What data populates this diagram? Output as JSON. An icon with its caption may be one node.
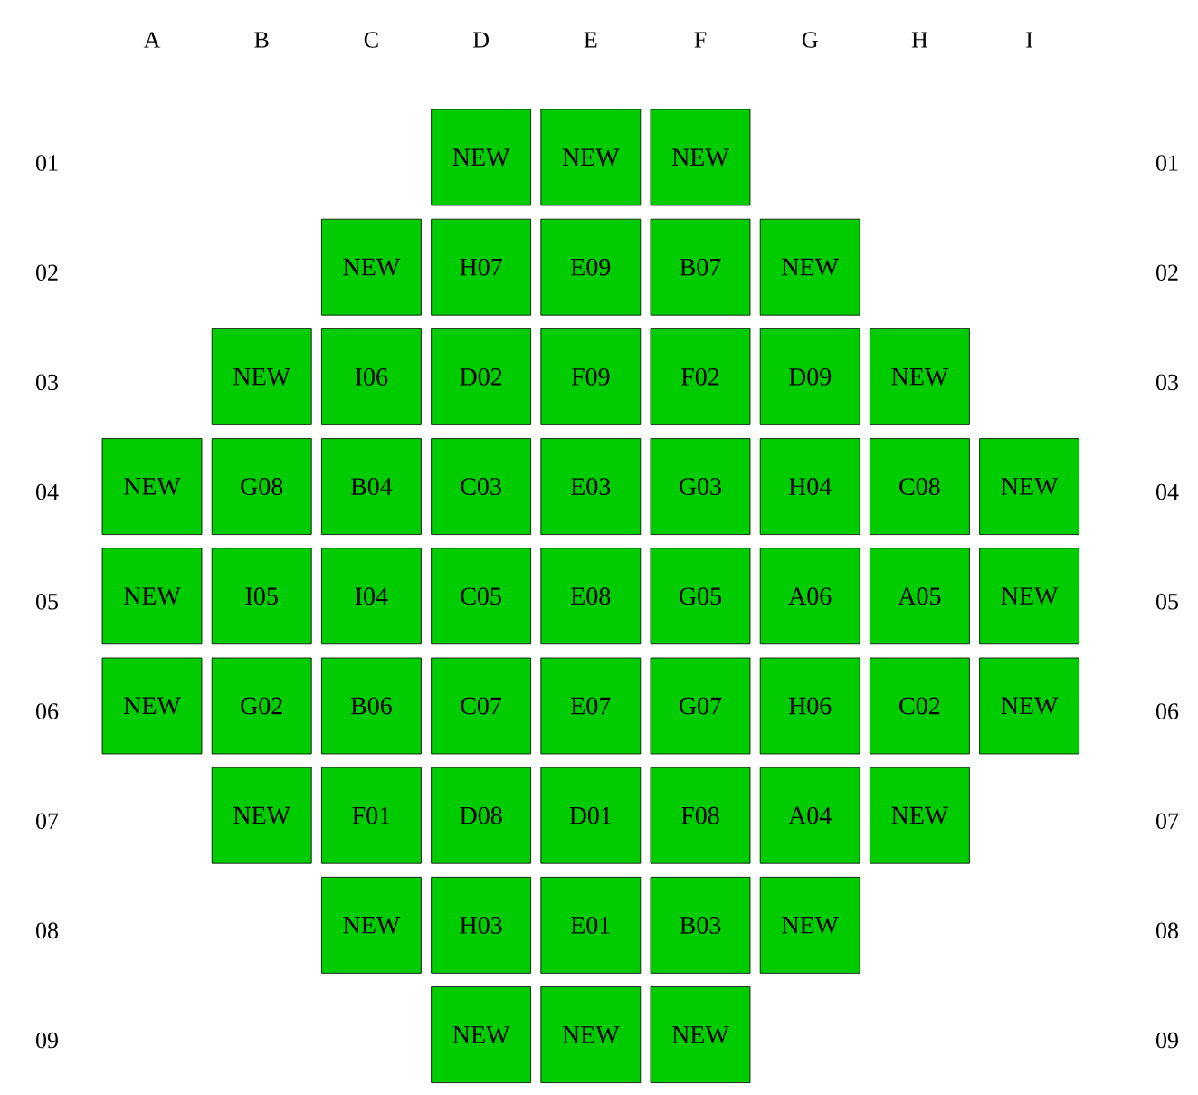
{
  "diagram": {
    "nodes": [
      {
        "text": [
          "NEW"
        ]
      },
      {
        "text": [
          "NEW"
        ]
      },
      {
        "text": [
          "NEW"
        ]
      },
      {
        "text": [
          "NEW"
        ]
      },
      {
        "text": [
          "H07"
        ]
      },
      {
        "text": [
          "E09"
        ]
      },
      {
        "text": [
          "B07"
        ]
      },
      {
        "text": [
          "NEW"
        ]
      },
      {
        "text": [
          "NEW"
        ]
      },
      {
        "text": [
          "I06"
        ]
      },
      {
        "text": [
          "D02"
        ]
      },
      {
        "text": [
          "F09"
        ]
      },
      {
        "text": [
          "F02"
        ]
      },
      {
        "text": [
          "D09"
        ]
      },
      {
        "text": [
          "NEW"
        ]
      },
      {
        "text": [
          "NEW"
        ]
      },
      {
        "text": [
          "G08"
        ]
      },
      {
        "text": [
          "B04"
        ]
      },
      {
        "text": [
          "C03"
        ]
      },
      {
        "text": [
          "E03"
        ]
      },
      {
        "text": [
          "G03"
        ]
      },
      {
        "text": [
          "H04"
        ]
      },
      {
        "text": [
          "C08"
        ]
      },
      {
        "text": [
          "NEW"
        ]
      },
      {
        "text": [
          "NEW"
        ]
      },
      {
        "text": [
          "I05"
        ]
      },
      {
        "text": [
          "I04"
        ]
      },
      {
        "text": [
          "C05"
        ]
      },
      {
        "text": [
          "E08"
        ]
      },
      {
        "text": [
          "G05"
        ]
      },
      {
        "text": [
          "A06"
        ]
      },
      {
        "text": [
          "A05"
        ]
      },
      {
        "text": [
          "NEW"
        ]
      },
      {
        "text": [
          "NEW"
        ]
      },
      {
        "text": [
          "G02"
        ]
      },
      {
        "text": [
          "B06"
        ]
      },
      {
        "text": [
          "C07"
        ]
      },
      {
        "text": [
          "E07"
        ]
      },
      {
        "text": [
          "G07"
        ]
      },
      {
        "text": [
          "H06"
        ]
      },
      {
        "text": [
          "C02"
        ]
      },
      {
        "text": [
          "NEW"
        ]
      },
      {
        "text": [
          "NEW"
        ]
      },
      {
        "text": [
          "F01"
        ]
      },
      {
        "text": [
          "D08"
        ]
      },
      {
        "text": [
          "D01"
        ]
      },
      {
        "text": [
          "F08"
        ]
      },
      {
        "text": [
          "A04"
        ]
      },
      {
        "text": [
          "NEW"
        ]
      },
      {
        "text": [
          "NEW"
        ]
      },
      {
        "text": [
          "H03"
        ]
      },
      {
        "text": [
          "E01"
        ]
      },
      {
        "text": [
          "B03"
        ]
      },
      {
        "text": [
          "NEW"
        ]
      },
      {
        "text": [
          "NEW"
        ]
      },
      {
        "text": [
          "NEW"
        ]
      },
      {
        "text": [
          "NEW"
        ]
      }
    ],
    "labels": [
      "A",
      "B",
      "C",
      "D",
      "E",
      "F",
      "G",
      "H",
      "I",
      "01",
      "01",
      "02",
      "02",
      "03",
      "03",
      "04",
      "04",
      "05",
      "05",
      "06",
      "06",
      "07",
      "07",
      "08",
      "08",
      "09",
      "09"
    ]
  }
}
